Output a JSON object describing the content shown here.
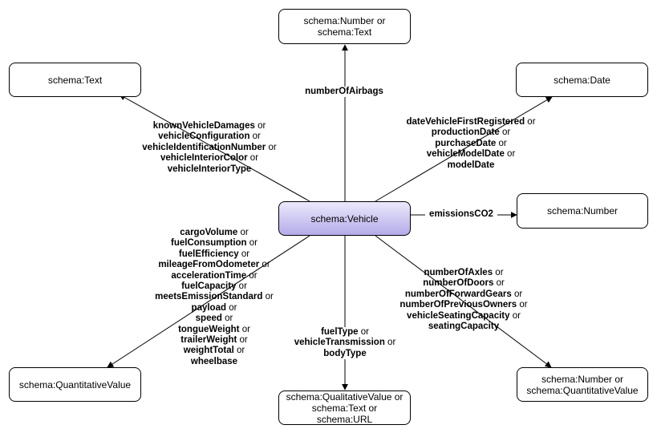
{
  "nodes": {
    "vehicle": "schema:Vehicle",
    "airbags_target": "schema:Number or\nschema:Text",
    "text_target": "schema:Text",
    "date_target": "schema:Date",
    "number_target": "schema:Number",
    "quantitative_target": "schema:QuantitativeValue",
    "qualitative_target": "schema:QualitativeValue or\nschema:Text or\nschema:URL",
    "number_quant_target": "schema:Number or\nschema:QuantitativeValue"
  },
  "edges": {
    "airbags": [
      {
        "prop": "numberOfAirbags",
        "sep": ""
      }
    ],
    "text": [
      {
        "prop": "knownVehicleDamages",
        "sep": " or"
      },
      {
        "prop": "vehicleConfiguration",
        "sep": " or"
      },
      {
        "prop": "vehicleIdentificationNumber",
        "sep": " or"
      },
      {
        "prop": "vehicleInteriorColor",
        "sep": " or"
      },
      {
        "prop": "vehicleInteriorType",
        "sep": ""
      }
    ],
    "date": [
      {
        "prop": "dateVehicleFirstRegistered",
        "sep": " or"
      },
      {
        "prop": "productionDate",
        "sep": " or"
      },
      {
        "prop": "purchaseDate",
        "sep": " or"
      },
      {
        "prop": "vehicleModelDate",
        "sep": " or"
      },
      {
        "prop": "modelDate",
        "sep": ""
      }
    ],
    "emissions": [
      {
        "prop": "emissionsCO2",
        "sep": ""
      }
    ],
    "quantitative": [
      {
        "prop": "cargoVolume",
        "sep": " or"
      },
      {
        "prop": "fuelConsumption",
        "sep": " or"
      },
      {
        "prop": "fuelEfficiency",
        "sep": " or"
      },
      {
        "prop": "mileageFromOdometer",
        "sep": " or"
      },
      {
        "prop": "accelerationTime",
        "sep": " or"
      },
      {
        "prop": "fuelCapacity",
        "sep": " or"
      },
      {
        "prop": "meetsEmissionStandard",
        "sep": " or"
      },
      {
        "prop": "payload",
        "sep": " or"
      },
      {
        "prop": "speed",
        "sep": " or"
      },
      {
        "prop": "tongueWeight",
        "sep": " or"
      },
      {
        "prop": "trailerWeight",
        "sep": " or"
      },
      {
        "prop": "weightTotal",
        "sep": " or"
      },
      {
        "prop": "wheelbase",
        "sep": ""
      }
    ],
    "qualitative": [
      {
        "prop": "fuelType",
        "sep": " or"
      },
      {
        "prop": "vehicleTransmission",
        "sep": " or"
      },
      {
        "prop": "bodyType",
        "sep": ""
      }
    ],
    "number_quant": [
      {
        "prop": "numberOfAxles",
        "sep": " or"
      },
      {
        "prop": "numberOfDoors",
        "sep": " or"
      },
      {
        "prop": "numberOfForwardGears",
        "sep": " or"
      },
      {
        "prop": "numberOfPreviousOwners",
        "sep": " or"
      },
      {
        "prop": "vehicleSeatingCapacity",
        "sep": " or"
      },
      {
        "prop": "seatingCapacity",
        "sep": ""
      }
    ]
  }
}
